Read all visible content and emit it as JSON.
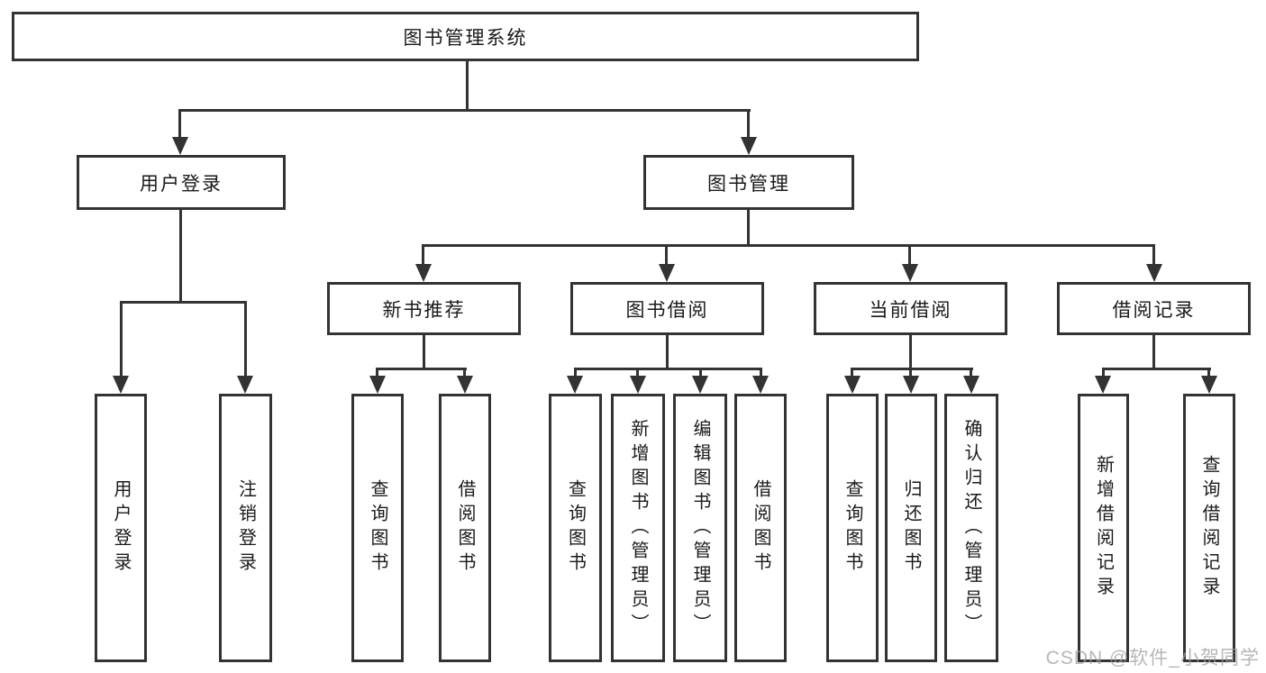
{
  "tree": {
    "root": {
      "label": "图书管理系统"
    },
    "user_login": {
      "label": "用户登录",
      "children": [
        {
          "label": "用户登录"
        },
        {
          "label": "注销登录"
        }
      ]
    },
    "book_management": {
      "label": "图书管理",
      "modules": [
        {
          "label": "新书推荐",
          "children": [
            {
              "label": "查询图书"
            },
            {
              "label": "借阅图书"
            }
          ]
        },
        {
          "label": "图书借阅",
          "children": [
            {
              "label": "查询图书"
            },
            {
              "label": "新增图书（管理员）"
            },
            {
              "label": "编辑图书（管理员）"
            },
            {
              "label": "借阅图书"
            }
          ]
        },
        {
          "label": "当前借阅",
          "children": [
            {
              "label": "查询图书"
            },
            {
              "label": "归还图书"
            },
            {
              "label": "确认归还（管理员）"
            }
          ]
        },
        {
          "label": "借阅记录",
          "children": [
            {
              "label": "新增借阅记录"
            },
            {
              "label": "查询借阅记录"
            }
          ]
        }
      ]
    }
  },
  "watermark": {
    "text": "CSDN @软件_小贺同学"
  },
  "colors": {
    "line": "#333333",
    "text": "#1a1a1a",
    "background": "#ffffff",
    "watermark": "#9ba0a5"
  }
}
